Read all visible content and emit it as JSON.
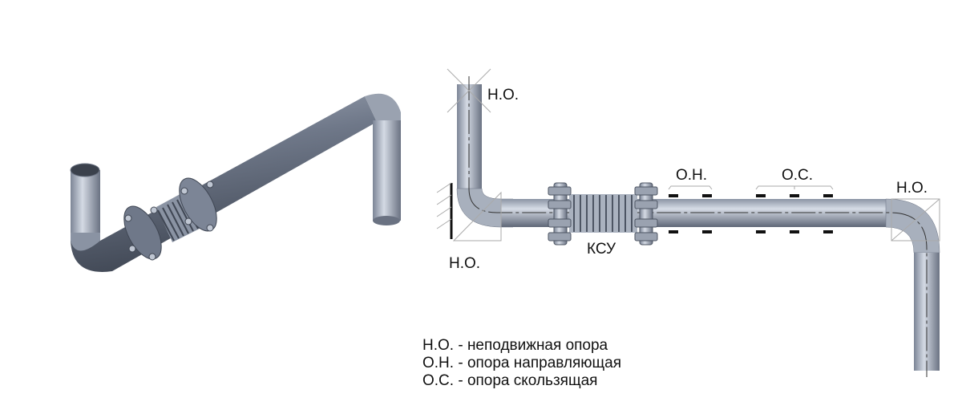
{
  "labels": {
    "fixed_support_top": "Н.О.",
    "fixed_support_left": "Н.О.",
    "fixed_support_right": "Н.О.",
    "guide_supports": "О.Н.",
    "sliding_supports": "О.С.",
    "compensator": "КСУ"
  },
  "legend": [
    "Н.О. - неподвижная опора",
    "О.Н. - опора направляющая",
    "О.С. - опора скользящая"
  ],
  "colors": {
    "pipe_light": "#c9d0dc",
    "pipe_mid": "#8a93a3",
    "pipe_dark": "#4d5563",
    "support": "#111111"
  }
}
